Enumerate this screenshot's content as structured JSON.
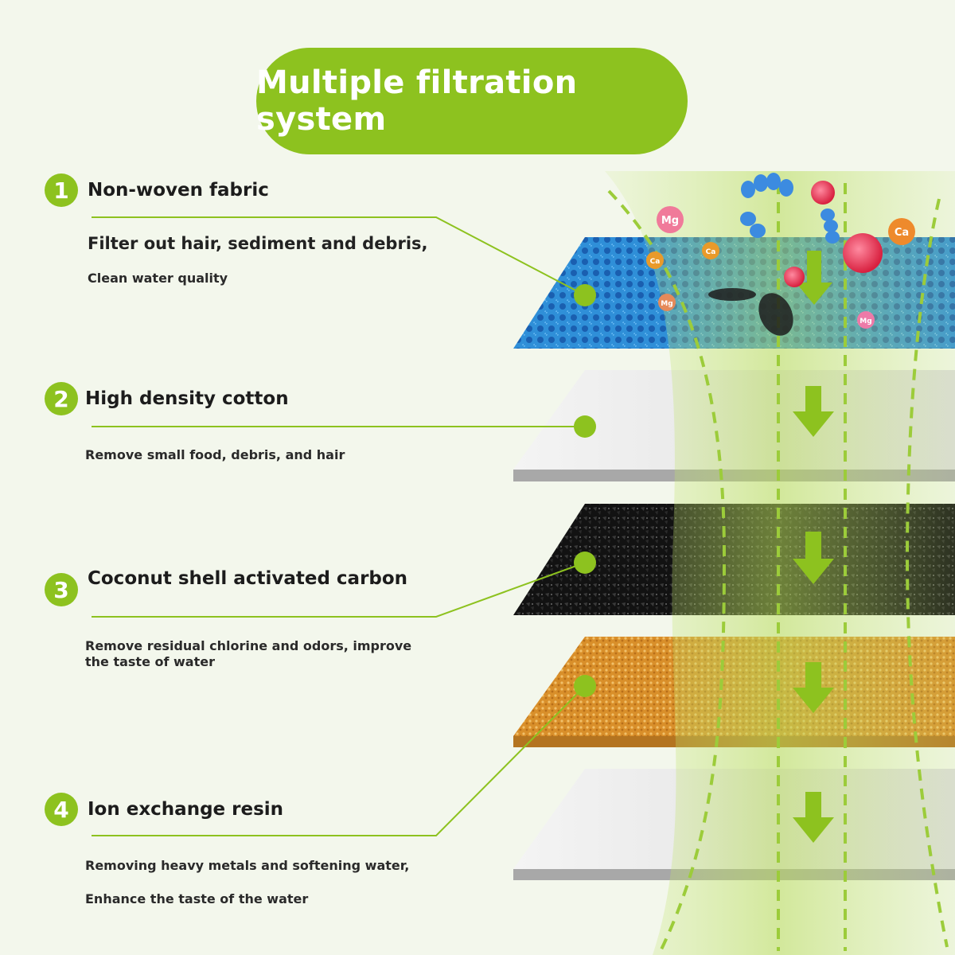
{
  "title": "Multiple filtration system",
  "colors": {
    "accent": "#8dc21f",
    "background": "#f3f7ec",
    "layer_fabric": "#2f8fd8",
    "layer_cotton": "#e6e6e6",
    "layer_carbon": "#1a1a1a",
    "layer_resin": "#e0a040"
  },
  "stages": [
    {
      "number": "1",
      "name": "Non-woven fabric",
      "description_main": "Filter out hair, sediment and debris,",
      "description_sub": "Clean water quality"
    },
    {
      "number": "2",
      "name": "High density cotton",
      "description": "Remove small food, debris, and hair"
    },
    {
      "number": "3",
      "name": "Coconut shell activated carbon",
      "description": "Remove residual chlorine and odors, improve the taste of water"
    },
    {
      "number": "4",
      "name": "Ion exchange resin",
      "description_line1": "Removing heavy metals and softening water,",
      "description_line2": "Enhance the taste of the water"
    }
  ],
  "particles": [
    {
      "label": "Mg",
      "icon": "magnesium-particle-icon"
    },
    {
      "label": "Ca",
      "icon": "calcium-particle-icon"
    },
    {
      "label": "Ca",
      "icon": "calcium-particle-icon"
    },
    {
      "label": "Ca",
      "icon": "calcium-particle-icon"
    },
    {
      "label": "Mg",
      "icon": "magnesium-particle-icon"
    },
    {
      "label": "Mg",
      "icon": "magnesium-particle-icon"
    }
  ],
  "icons": {
    "flow_arrow": "down-arrow-icon",
    "bacteria": "bacteria-icon",
    "connector": "connector-dot-icon"
  }
}
